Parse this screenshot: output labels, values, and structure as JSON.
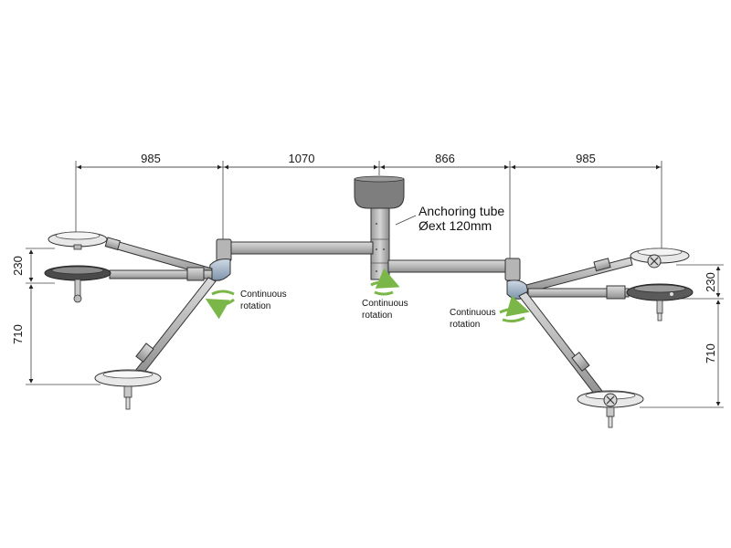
{
  "dimensions": {
    "top": [
      "985",
      "1070",
      "866",
      "985"
    ],
    "left_upper": "230",
    "left_lower": "710",
    "right_upper": "230",
    "right_lower": "710"
  },
  "anchoring": {
    "line1": "Anchoring tube",
    "line2": "Øext 120mm"
  },
  "rotation_labels": {
    "left": {
      "line1": "Continuous",
      "line2": "rotation"
    },
    "center": {
      "line1": "Continuous",
      "line2": "rotation"
    },
    "right": {
      "line1": "Continuous",
      "line2": "rotation"
    }
  },
  "colors": {
    "arm_gray": "#bfbfbf",
    "joint_blue": "#9fb1c4",
    "rotation_arrow": "#7ab648",
    "outline": "#333333"
  }
}
